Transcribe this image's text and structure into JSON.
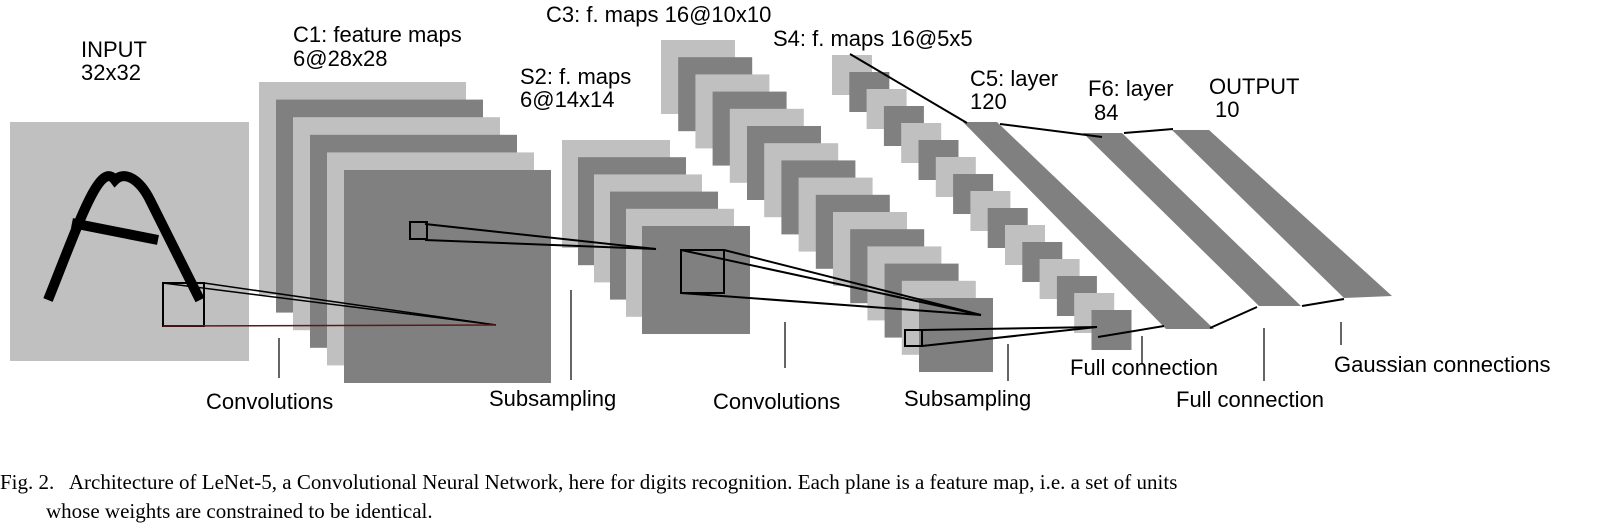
{
  "figure": {
    "layers": [
      {
        "id": "input",
        "title": "INPUT",
        "subtitle": "32x32",
        "planes": 1
      },
      {
        "id": "c1",
        "title": "C1: feature maps",
        "subtitle": "6@28x28",
        "planes": 6
      },
      {
        "id": "s2",
        "title": "S2: f. maps",
        "subtitle": "6@14x14",
        "planes": 6
      },
      {
        "id": "c3",
        "title": "C3: f. maps 16@10x10",
        "subtitle": "",
        "planes": 16
      },
      {
        "id": "s4",
        "title": "S4: f. maps 16@5x5",
        "subtitle": "",
        "planes": 16
      },
      {
        "id": "c5",
        "title": "C5: layer",
        "subtitle": "120",
        "units": 120
      },
      {
        "id": "f6",
        "title": "F6: layer",
        "subtitle": "84",
        "units": 84
      },
      {
        "id": "output",
        "title": "OUTPUT",
        "subtitle": "10",
        "units": 10
      }
    ],
    "operations": [
      {
        "id": "conv1",
        "label": "Convolutions"
      },
      {
        "id": "sub1",
        "label": "Subsampling"
      },
      {
        "id": "conv2",
        "label": "Convolutions"
      },
      {
        "id": "sub2",
        "label": "Subsampling"
      },
      {
        "id": "full1",
        "label": "Full connection"
      },
      {
        "id": "full2",
        "label": "Full connection"
      },
      {
        "id": "gauss",
        "label": "Gaussian connections"
      }
    ],
    "colors": {
      "light_plane": "#c0c0c0",
      "dark_plane": "#808080",
      "stroke": "#000000"
    }
  },
  "caption": {
    "line1": "Fig. 2.   Architecture of LeNet-5, a Convolutional Neural Network, here for digits recognition. Each plane is a feature map, i.e. a set of units",
    "line2": "whose weights are constrained to be identical."
  }
}
